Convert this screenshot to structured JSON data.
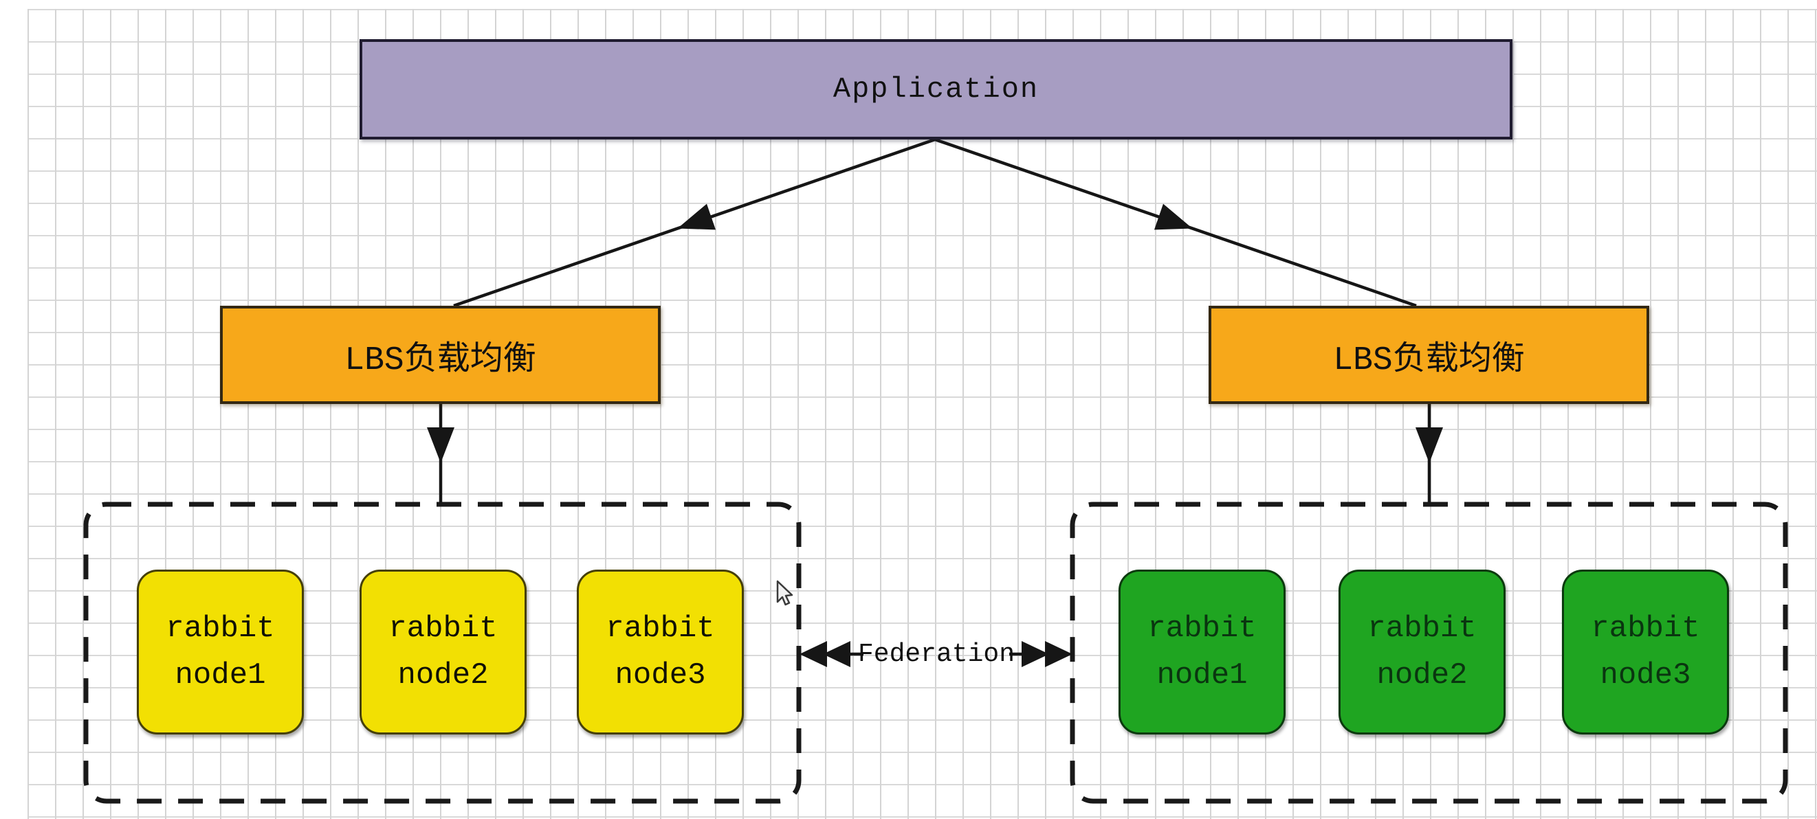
{
  "canvas": {
    "background": "#ffffff",
    "grid_color": "#d6d6d6",
    "stroke_color": "#161616"
  },
  "application": {
    "label": "Application",
    "fill": "#a79dc2"
  },
  "load_balancers": {
    "left": {
      "label": "LBS负载均衡",
      "fill": "#f7a81a"
    },
    "right": {
      "label": "LBS负载均衡",
      "fill": "#f7a81a"
    }
  },
  "clusters": {
    "left": {
      "node_fill": "#f2e003",
      "nodes": [
        {
          "line1": "rabbit",
          "line2": "node1"
        },
        {
          "line1": "rabbit",
          "line2": "node2"
        },
        {
          "line1": "rabbit",
          "line2": "node3"
        }
      ]
    },
    "right": {
      "node_fill": "#1fa521",
      "nodes": [
        {
          "line1": "rabbit",
          "line2": "node1"
        },
        {
          "line1": "rabbit",
          "line2": "node2"
        },
        {
          "line1": "rabbit",
          "line2": "node3"
        }
      ]
    }
  },
  "federation": {
    "label": "Federation"
  },
  "cursor": {
    "icon": "mouse-cursor-arrow"
  }
}
